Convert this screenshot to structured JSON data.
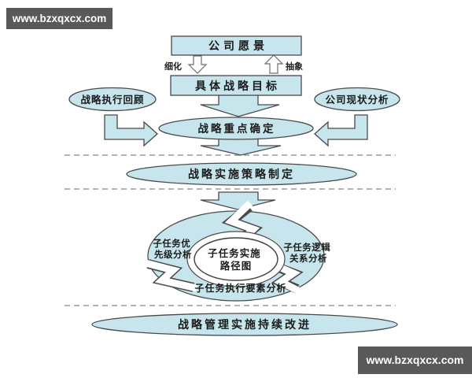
{
  "watermarks": {
    "top": "www.bzxqxcx.com",
    "bottom": "www.bzxqxcx.com"
  },
  "palette": {
    "shape_fill": "#c7e5ec",
    "shape_border": "#4a4a4a",
    "banner_background": "#595959",
    "banner_text_color": "#ffffff",
    "dashed_line_color": "#9a9a9a",
    "diagram_text_color": "#1b1b1b",
    "background": "#ffffff"
  },
  "nodes": {
    "vision_box": "公司愿景",
    "goal_box": "具体战略目标",
    "refine_arrow_label": "细化",
    "abstract_arrow_label": "抽象",
    "review_ellipse": "战略执行回顾",
    "status_ellipse": "公司现状分析",
    "focus_ellipse": "战略重点确定",
    "strategy_ellipse": "战略实施策略制定",
    "improve_ellipse": "战略管理实施持续改进"
  },
  "cycle": {
    "left_line1": "子任务优",
    "left_line2": "先级分析",
    "right_line1": "子任务逻辑",
    "right_line2": "关系分析",
    "center_line1": "子任务实施",
    "center_line2": "路径图",
    "bottom": "子任务执行要素分析"
  }
}
